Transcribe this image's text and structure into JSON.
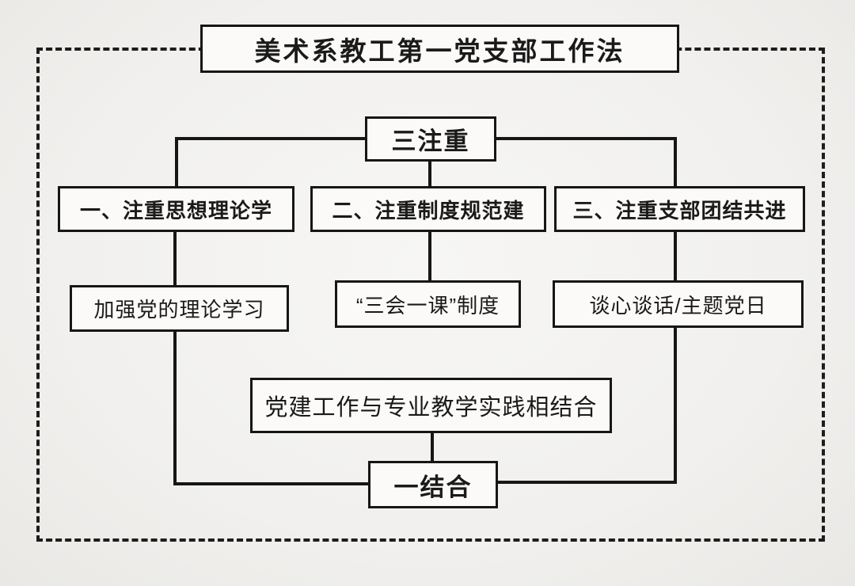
{
  "diagram": {
    "title": "美术系教工第一党支部工作法",
    "root_label": "三注重",
    "branches": [
      {
        "heading": "一、注重思想理论学",
        "detail": "加强党的理论学习"
      },
      {
        "heading": "二、注重制度规范建",
        "detail": "“三会一课”制度"
      },
      {
        "heading": "三、注重支部团结共进",
        "detail": "谈心谈话/主题党日"
      }
    ],
    "integration_label": "党建工作与专业教学实践相结合",
    "footer_label": "一结合"
  },
  "colors": {
    "line": "#161616",
    "background": "#f1f0ee",
    "node_background": "#fbfaf8",
    "text": "#1a1a1a"
  }
}
